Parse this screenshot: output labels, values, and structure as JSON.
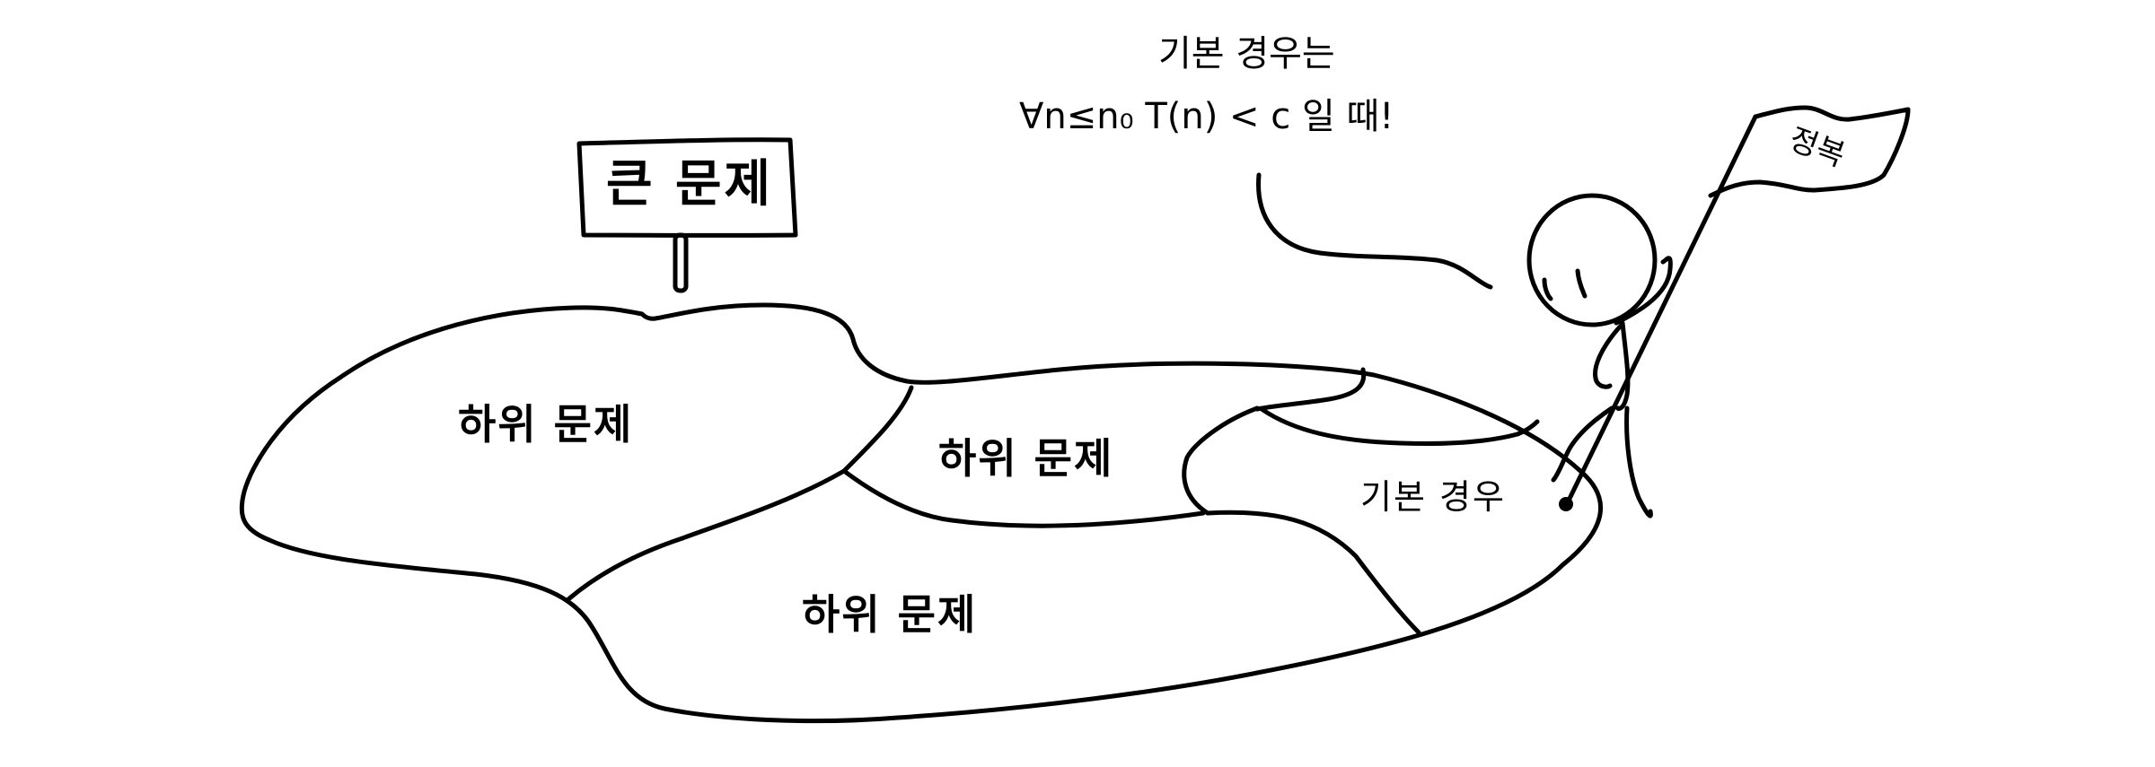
{
  "diagram": {
    "title_sign": {
      "label": "큰 문제"
    },
    "regions": [
      {
        "id": "subproblem-left",
        "label": "하위 문제"
      },
      {
        "id": "subproblem-middle",
        "label": "하위 문제"
      },
      {
        "id": "subproblem-bottom",
        "label": "하위 문제"
      },
      {
        "id": "base-case",
        "label": "기본 경우"
      }
    ],
    "speech": {
      "line1": "기본 경우는",
      "line2": "∀n≤n₀ T(n) < c 일 때!"
    },
    "flag": {
      "label": "정복"
    },
    "colors": {
      "ink": "#000000",
      "background": "#ffffff"
    }
  }
}
